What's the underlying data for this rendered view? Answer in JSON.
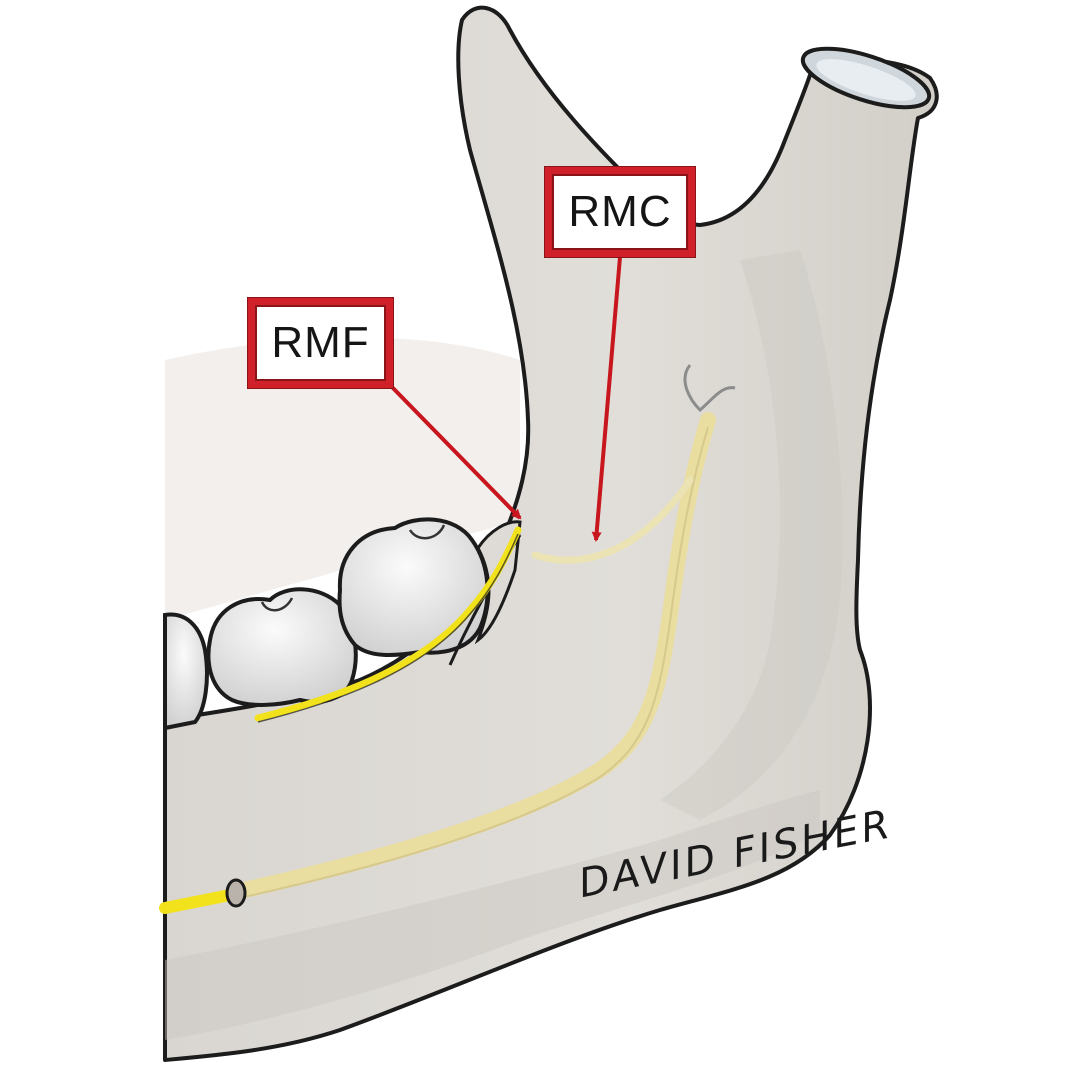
{
  "labels": {
    "rmc": "RMC",
    "rmf": "RMF"
  },
  "signature": "DAVID FISHER",
  "colors": {
    "bone": "#dedbd6",
    "bone_shadow": "#c4c0ba",
    "outline": "#1c1c1c",
    "nerve": "#f2e21c",
    "canal": "#e9dda0",
    "label_border": "#d0202a",
    "arrow": "#c8161e",
    "tooth": "#ececec"
  },
  "icons": {
    "arrow": "arrow-icon"
  }
}
